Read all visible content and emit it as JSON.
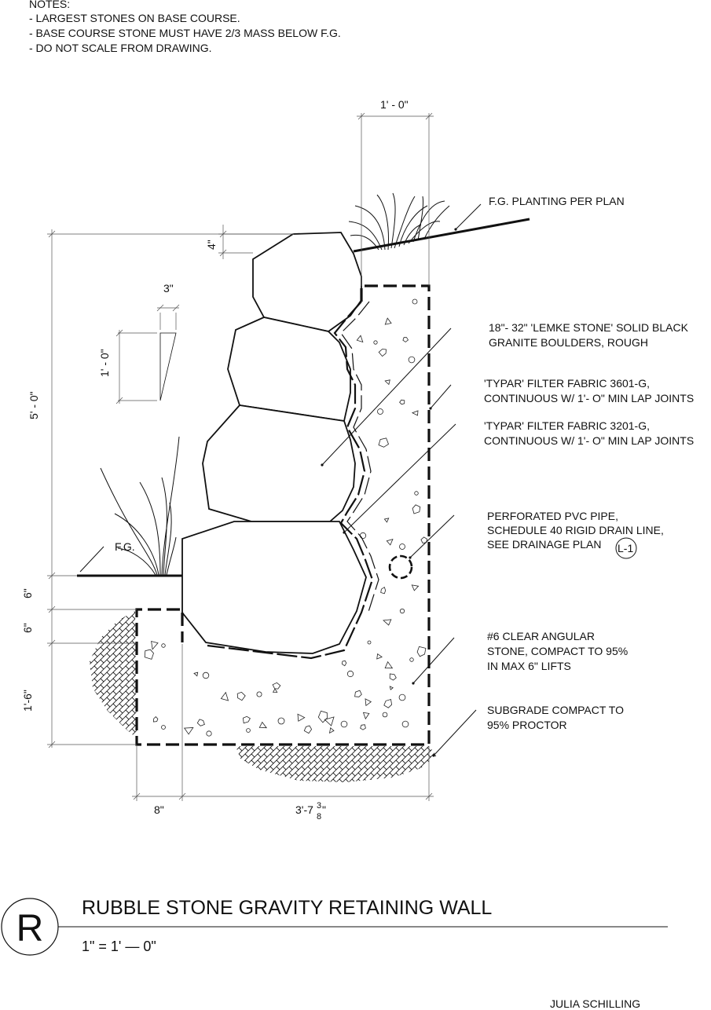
{
  "notes": {
    "heading": "NOTES:",
    "lines": [
      "- LARGEST STONES ON BASE COURSE.",
      "- BASE COURSE STONE MUST HAVE 2/3 MASS BELOW F.G.",
      "- DO NOT SCALE FROM DRAWING."
    ]
  },
  "dimensions": {
    "top_width": "1' - 0\"",
    "cap_height": "4\"",
    "batter_run": "3\"",
    "batter_rise": "1' - 0\"",
    "total_height": "5' - 0\"",
    "embed_1": "6\"",
    "embed_2": "6\"",
    "base_depth": "1'-6\"",
    "toe_width": "8\"",
    "base_width_main": "3'-7",
    "base_width_num": "3",
    "base_width_den": "8",
    "base_width_tail": "\""
  },
  "callouts": {
    "planting": "F.G. PLANTING PER PLAN",
    "stone_1": "18\"- 32\" 'LEMKE STONE' SOLID BLACK",
    "stone_2": "GRANITE BOULDERS, ROUGH",
    "fabric_a_1": "'TYPAR' FILTER FABRIC 3601-G,",
    "fabric_a_2": "CONTINUOUS W/ 1'- O\" MIN LAP JOINTS",
    "fabric_b_1": "'TYPAR' FILTER FABRIC 3201-G,",
    "fabric_b_2": "CONTINUOUS W/ 1'- O\" MIN LAP JOINTS",
    "pipe_1": "PERFORATED PVC PIPE,",
    "pipe_2": "SCHEDULE 40 RIGID DRAIN LINE,",
    "pipe_3": "SEE DRAINAGE PLAN",
    "pipe_ref": "L-1",
    "aggregate_1": "#6 CLEAR ANGULAR",
    "aggregate_2": "STONE, COMPACT TO 95%",
    "aggregate_3": "IN  MAX  6\" LIFTS",
    "subgrade_1": "SUBGRADE COMPACT TO",
    "subgrade_2": "95% PROCTOR",
    "fg": "F.G."
  },
  "title_block": {
    "detail_id": "R",
    "title": "RUBBLE STONE GRAVITY RETAINING WALL",
    "scale": "1\" = 1' — 0\"",
    "author": "JULIA SCHILLING"
  }
}
